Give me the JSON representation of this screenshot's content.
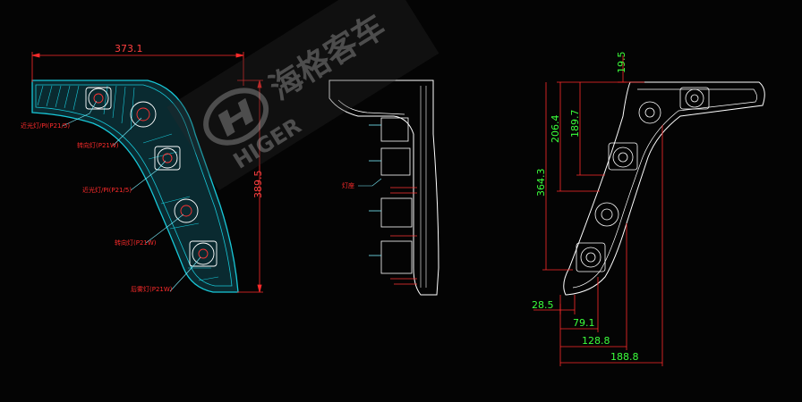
{
  "colors": {
    "background": "#040404",
    "outline": "#ffffff",
    "cyan": "#18c8d8",
    "dimension_line": "#ff2b2b",
    "dimension_text_left": "#ff4040",
    "dimension_text_right": "#3cff3c",
    "callout_line": "#7cf0ff",
    "watermark": "#8a8a8a"
  },
  "watermark": {
    "logo_name": "higer-logo",
    "brand_text": "HIGER",
    "brand_text_cn": "海格客车"
  },
  "front_view": {
    "dimensions": {
      "width": "373.1",
      "height": "389.5"
    },
    "callouts": [
      {
        "text": "近光灯/PI(P21/5)"
      },
      {
        "text": "转向灯(P21W)"
      },
      {
        "text": "近光灯/PI(P21/5)"
      },
      {
        "text": "转向灯(P21W)"
      },
      {
        "text": "后雾灯(P21W)"
      }
    ]
  },
  "side_view": {
    "callouts": [
      {
        "text": "灯座"
      }
    ]
  },
  "rear_view": {
    "dimensions": {
      "top_offset": "19.5",
      "height_206": "206.4",
      "height_189": "189.7",
      "height_364": "364.3",
      "offset_28": "28.5",
      "offset_79": "79.1",
      "offset_128": "128.8",
      "width_188": "188.8"
    }
  }
}
